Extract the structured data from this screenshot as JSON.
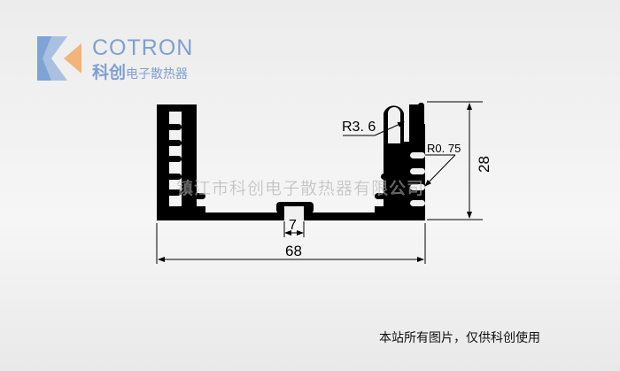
{
  "logo": {
    "brand": "COTRON",
    "cn_big": "科创",
    "cn_small": "电子散热器"
  },
  "drawing": {
    "dim_width": "68",
    "dim_height": "28",
    "dim_slot": "7",
    "radius_large": "R3. 6",
    "radius_small": "R0. 75"
  },
  "watermark": "镇江市科创电子散热器有限公司",
  "footer": "本站所有图片，仅供科创使用"
}
